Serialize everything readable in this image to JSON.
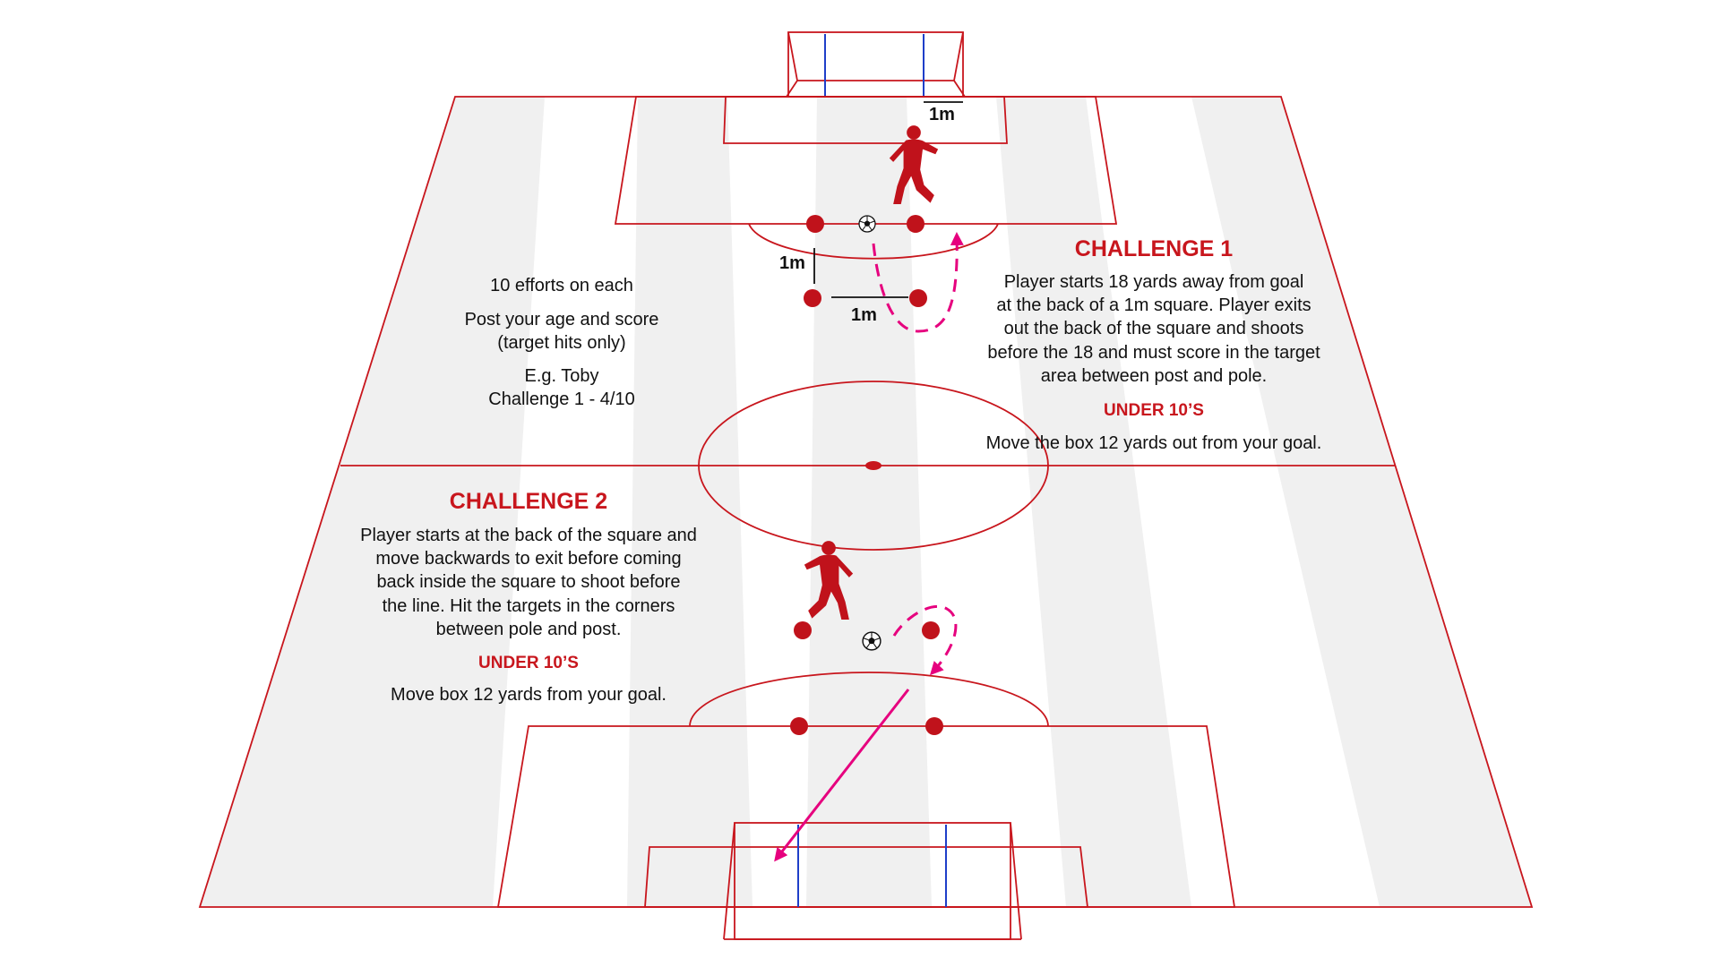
{
  "colors": {
    "line": "#c8161d",
    "player": "#c0121b",
    "marker": "#c0121b",
    "arrow": "#e6007e",
    "post": "#1f3fc9",
    "heading": "#c8161d",
    "stripe": "#f0f0f0"
  },
  "icons": {
    "player": "footballer-silhouette-icon",
    "ball": "football-icon",
    "cone": "marker-dot-icon"
  },
  "dimensions": {
    "top_goal": "1m",
    "square_side": "1m",
    "square_bottom": "1m"
  },
  "info": {
    "line1": "10 efforts on each",
    "line2": "Post your age and score",
    "line3": "(target hits only)",
    "line4": "E.g. Toby",
    "line5": "Challenge 1 - 4/10"
  },
  "challenge1": {
    "title": "CHALLENGE 1",
    "lines": [
      "Player starts 18 yards away from goal",
      "at the back of a 1m square. Player exits",
      "out the back of the square and shoots",
      "before the 18 and must score in the target",
      "area between post and pole."
    ],
    "under_label": "UNDER 10’S",
    "under_text": "Move the box 12 yards out from your goal."
  },
  "challenge2": {
    "title": "CHALLENGE 2",
    "lines": [
      "Player starts at the back of the square and",
      "move backwards to exit before coming",
      "back inside the square to shoot before",
      "the line. Hit the targets in the corners",
      "between pole and post."
    ],
    "under_label": "UNDER 10’S",
    "under_text": "Move box 12 yards from your goal."
  }
}
